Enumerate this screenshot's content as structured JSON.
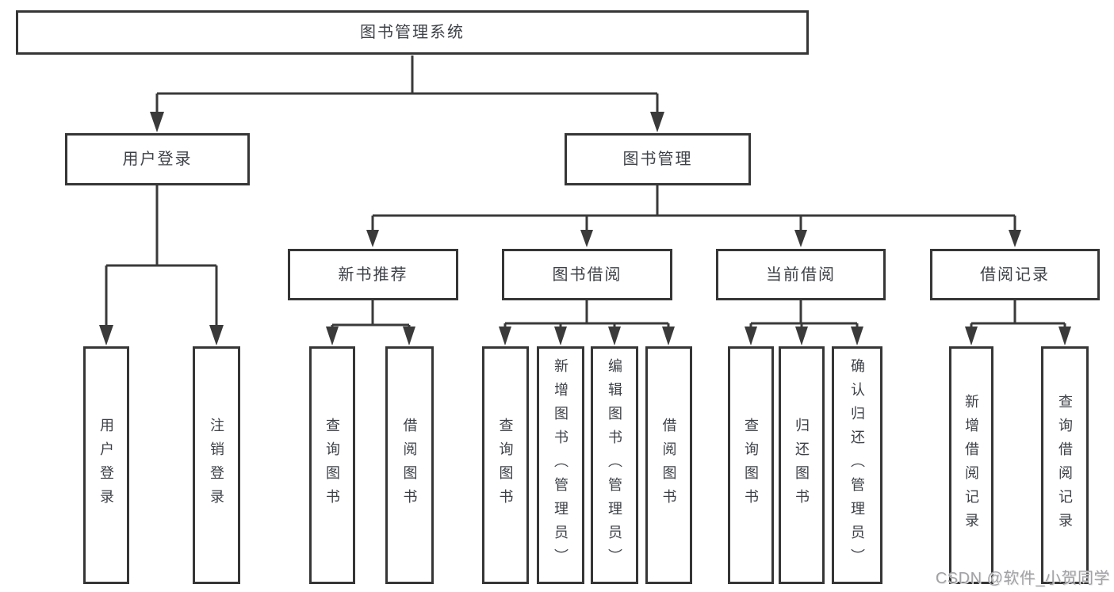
{
  "colors": {
    "line": "#3a3a3a",
    "box_border": "#363636",
    "text": "#3d4147",
    "background": "#ffffff",
    "watermark": "#a2a2a6"
  },
  "nodes": {
    "root": "图书管理系统",
    "user_login": "用户登录",
    "book_management": "图书管理",
    "new_book_recommendation": "新书推荐",
    "book_borrowing": "图书借阅",
    "current_borrowing": "当前借阅",
    "borrowing_records": "借阅记录",
    "leaves": {
      "user_login": [
        "用户登录",
        "注销登录"
      ],
      "new_book_recommendation": [
        "查询图书",
        "借阅图书"
      ],
      "book_borrowing": [
        "查询图书",
        "新增图书（管理员）",
        "编辑图书（管理员）",
        "借阅图书"
      ],
      "current_borrowing": [
        "查询图书",
        "归还图书",
        "确认归还（管理员）"
      ],
      "borrowing_records": [
        "新增借阅记录",
        "查询借阅记录"
      ]
    }
  },
  "watermark": "CSDN @软件_小贺同学"
}
